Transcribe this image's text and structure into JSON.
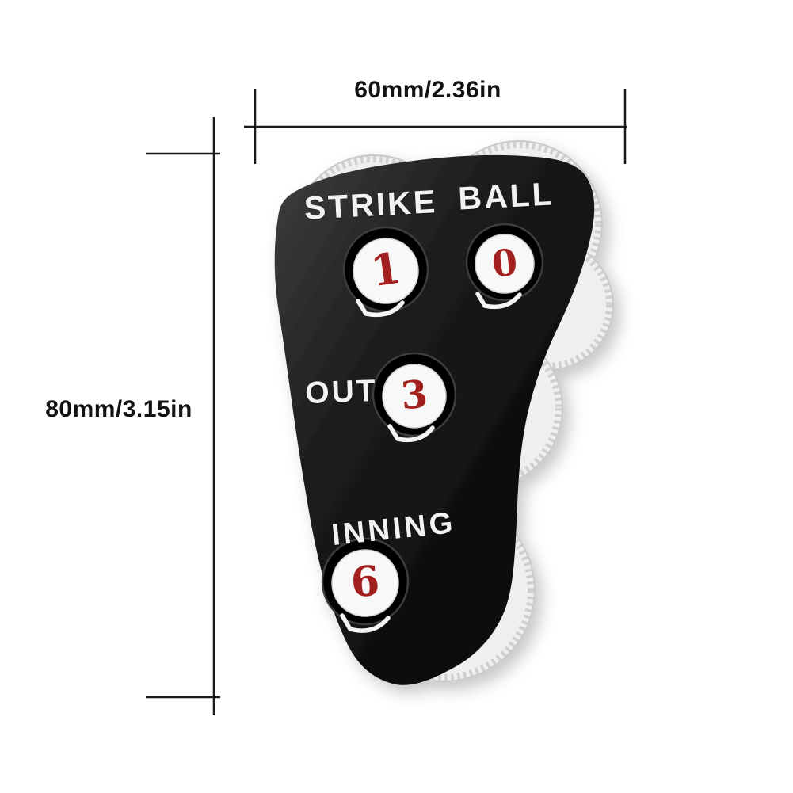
{
  "page": {
    "description": "Product dimension diagram of a 4-dial baseball umpire indicator clicker",
    "background_color": "#ffffff"
  },
  "dimensions": {
    "width_label": "60mm/2.36in",
    "height_label": "80mm/3.15in"
  },
  "device": {
    "counters": [
      {
        "id": "strike",
        "label": "STRIKE",
        "value": "1"
      },
      {
        "id": "ball",
        "label": "BALL",
        "value": "0"
      },
      {
        "id": "out",
        "label": "OUT",
        "value": "3"
      },
      {
        "id": "inning",
        "label": "INNING",
        "value": "6"
      }
    ],
    "colors": {
      "body": "#161616",
      "dial_face": "#f8f8f8",
      "digit": "#a32020",
      "label_text": "#f2f2f2",
      "wheel": "#efefef",
      "dimension_lines": "#1a1a1a"
    }
  }
}
